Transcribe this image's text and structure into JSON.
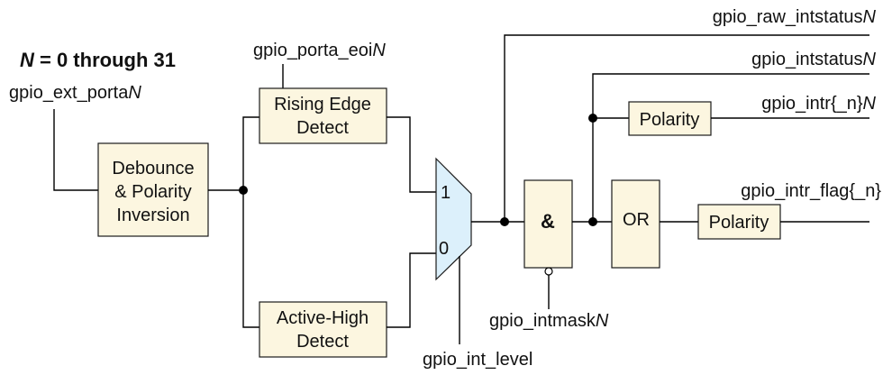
{
  "title": {
    "prefix_italic": "N",
    "text": " = 0 through 31"
  },
  "signals": {
    "ext_porta": {
      "base": "gpio_ext_porta",
      "suffix": "N"
    },
    "porta_eoi": {
      "base": "gpio_porta_eoi",
      "suffix": "N"
    },
    "raw_intstatus": {
      "base": "gpio_raw_intstatus",
      "suffix": "N"
    },
    "intstatus": {
      "base": "gpio_intstatus",
      "suffix": "N"
    },
    "intr": {
      "base": "gpio_intr{_n}",
      "suffix": "N"
    },
    "intr_flag": {
      "base": "gpio_intr_flag{_n}",
      "suffix": ""
    },
    "intmask": {
      "base": "gpio_intmask",
      "suffix": "N"
    },
    "int_level": {
      "base": "gpio_int_level",
      "suffix": ""
    }
  },
  "blocks": {
    "debounce": [
      "Debounce",
      "& Polarity",
      "Inversion"
    ],
    "rising_edge": [
      "Rising Edge",
      "Detect"
    ],
    "active_high": [
      "Active-High",
      "Detect"
    ],
    "mux_input_1": "1",
    "mux_input_0": "0",
    "and_gate": "&",
    "or_gate": "OR",
    "polarity_intr": "Polarity",
    "polarity_flag": "Polarity"
  }
}
